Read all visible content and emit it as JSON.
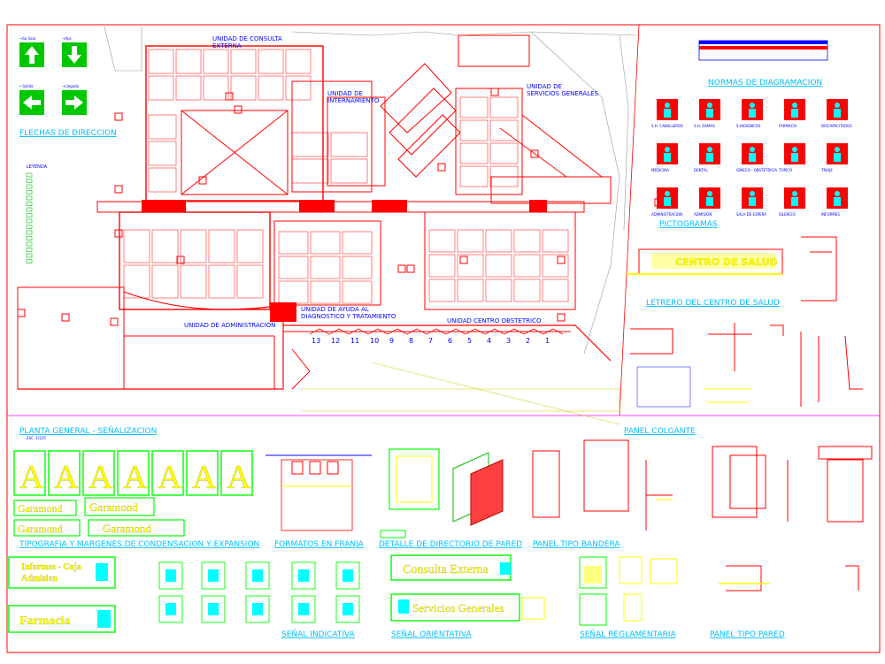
{
  "colors": {
    "wall": "#ff0000",
    "text": "#0000ff",
    "title": "#00c0ff",
    "green": "#00d000",
    "yellow": "#ffff00",
    "cyan": "#00ffff",
    "magenta": "#ff00ff"
  },
  "arrows": {
    "up": "→Sa Sala",
    "down": "→Aps",
    "left": "←Salida",
    "right": "→Llegada",
    "title": "FLECHAS DE DIRECCION"
  },
  "legend_title": "LEYENDA",
  "plan": {
    "consulta": "UNIDAD DE CONSULTA\nEXTERNA",
    "internamiento": "UNIDAD DE\nINTERNAMIENTO",
    "servicios": "UNIDAD DE\nSERVICIOS GENERALES",
    "ayuda": "UNIDAD DE AYUDA AL\nDIAGNOSTICO Y TRATAMIENTO",
    "admin": "UNIDAD DE ADMINISTRACION",
    "obstetrico": "UNIDAD CENTRO OBSTETRICO",
    "numbers": [
      "13",
      "12",
      "11",
      "10",
      "9",
      "8",
      "7",
      "6",
      "5",
      "4",
      "3",
      "2",
      "1"
    ]
  },
  "titles": {
    "planta": "PLANTA GENERAL - SEÑALIZACION",
    "planta_esc": "ESC. 1/125",
    "normas": "NORMAS DE DIAGRAMACION",
    "pictogramas": "PICTOGRAMAS",
    "letrero": "LETRERO DEL CENTRO DE SALUD",
    "panel_colgante": "PANEL COLGANTE",
    "tipografia": "TIPOGRAFIA Y MARGENES DE CONDENSACION Y EXPANSION",
    "formatos": "FORMATOS EN FRANJA",
    "directorio": "DETALLE DE DIRECTORIO DE PARED",
    "bandera": "PANEL TIPO BANDERA",
    "indicativa": "SEÑAL INDICATIVA",
    "orientativa": "SEÑAL ORIENTATIVA",
    "reglamentaria": "SEÑAL REGLAMENTARIA",
    "panel_pared": "PANEL TIPO PARED"
  },
  "pictograms": [
    {
      "icon": "man-icon",
      "label": "S.H. CABALLEROS"
    },
    {
      "icon": "woman-icon",
      "label": "S.H. DAMAS"
    },
    {
      "icon": "couple-icon",
      "label": "S.HIGIENICOS"
    },
    {
      "icon": "pharmacy-icon",
      "label": "FARMACIA"
    },
    {
      "icon": "wheelchair-icon",
      "label": "DISCAPACITADOS"
    },
    {
      "icon": "medicine-icon",
      "label": "MEDICINA"
    },
    {
      "icon": "dental-icon",
      "label": "DENTAL"
    },
    {
      "icon": "gyneco-icon",
      "label": "GINECO - OBSTETRICIA"
    },
    {
      "icon": "topico-icon",
      "label": "TOPICO"
    },
    {
      "icon": "triage-icon",
      "label": "TRIAJE"
    },
    {
      "icon": "admin-icon",
      "label": "ADMINISTRACION"
    },
    {
      "icon": "admision-icon",
      "label": "ADMISION"
    },
    {
      "icon": "waiting-icon",
      "label": "SALA DE ESPERA"
    },
    {
      "icon": "silence-icon",
      "label": "SILENCIO"
    },
    {
      "icon": "info-icon",
      "label": "INFORMES"
    }
  ],
  "sign_text": "CENTRO DE SALUD",
  "typography": {
    "letter": "A",
    "font_name": "Garamond"
  },
  "signs": {
    "informes": "Informes - Caja",
    "admision": "Admision",
    "farmacia": "Farmacia",
    "consulta": "Consulta Externa",
    "servicios": "Servicios Generales"
  }
}
